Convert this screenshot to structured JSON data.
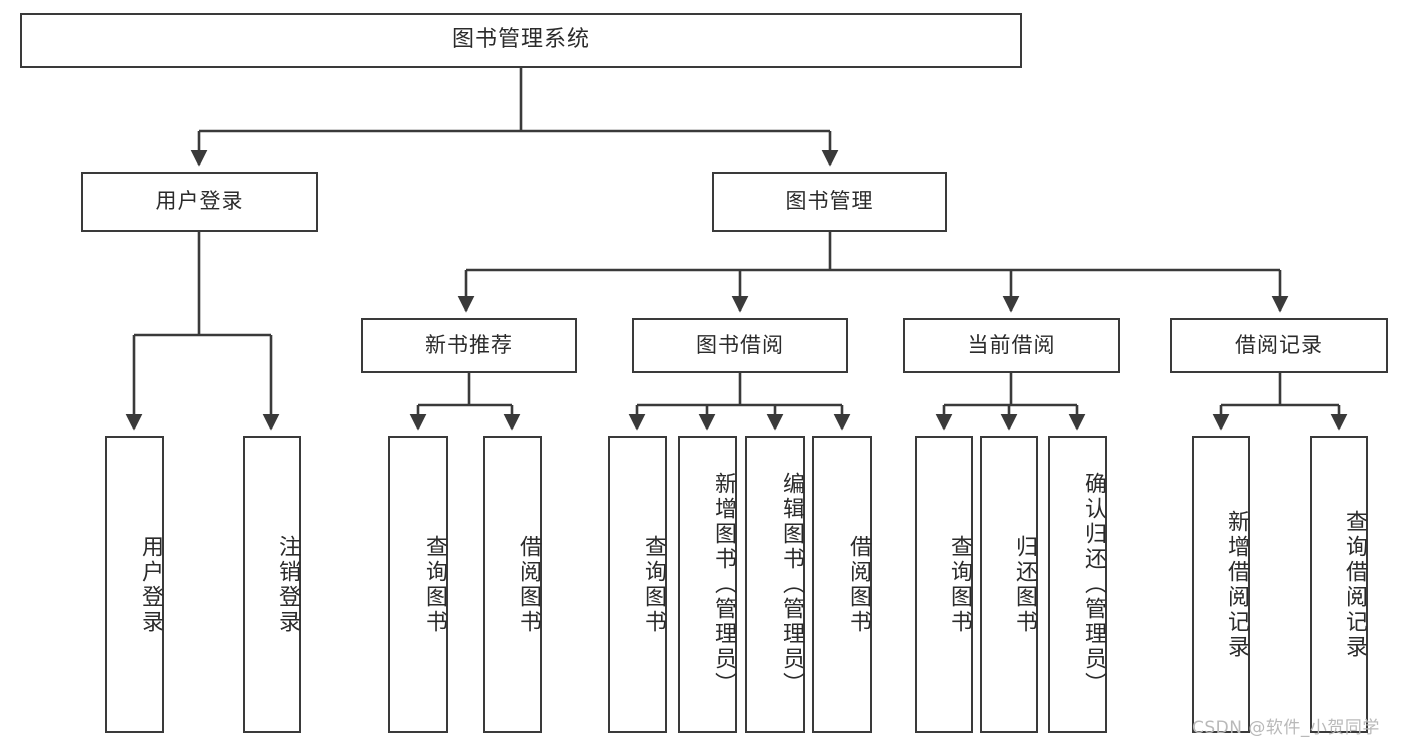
{
  "diagram": {
    "title": "图书管理系统",
    "type": "hierarchy-tree",
    "root": {
      "label": "图书管理系统"
    },
    "level2": [
      {
        "label": "用户登录"
      },
      {
        "label": "图书管理"
      }
    ],
    "level3": [
      {
        "label": "新书推荐"
      },
      {
        "label": "图书借阅"
      },
      {
        "label": "当前借阅"
      },
      {
        "label": "借阅记录"
      }
    ],
    "leaves": {
      "user_login": [
        {
          "label": "用户登录"
        },
        {
          "label": "注销登录"
        }
      ],
      "new_book_recommend": [
        {
          "label": "查询图书"
        },
        {
          "label": "借阅图书"
        }
      ],
      "book_borrow": [
        {
          "label": "查询图书"
        },
        {
          "label": "新增图书（管理员）"
        },
        {
          "label": "编辑图书（管理员）"
        },
        {
          "label": "借阅图书"
        }
      ],
      "current_borrow": [
        {
          "label": "查询图书"
        },
        {
          "label": "归还图书"
        },
        {
          "label": "确认归还（管理员）"
        }
      ],
      "borrow_record": [
        {
          "label": "新增借阅记录"
        },
        {
          "label": "查询借阅记录"
        }
      ]
    }
  },
  "watermark": {
    "text": "CSDN @软件_小贺同学"
  },
  "colors": {
    "box_border": "#3a3a3a",
    "box_fill": "#ffffff",
    "text": "#2b2b2b",
    "connector": "#3a3a3a",
    "watermark": "#b9b9b9"
  }
}
